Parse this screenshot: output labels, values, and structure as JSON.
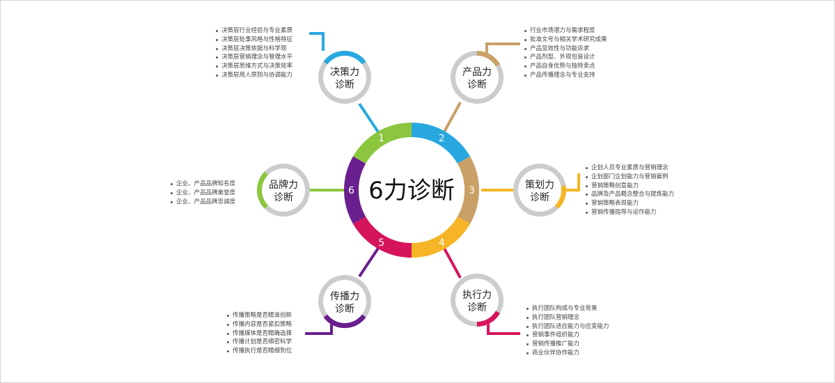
{
  "center_title": "6力诊断",
  "colors": {
    "seg1": "#8cc63f",
    "seg2": "#29a8e0",
    "seg3": "#c9a066",
    "seg4": "#f5b526",
    "seg5": "#d6145c",
    "seg6": "#6a1f8e",
    "ring_grey": "#cccccc"
  },
  "segments": [
    {
      "num": "1",
      "color": "#8cc63f"
    },
    {
      "num": "2",
      "color": "#29a8e0"
    },
    {
      "num": "3",
      "color": "#c9a066"
    },
    {
      "num": "4",
      "color": "#f5b526"
    },
    {
      "num": "5",
      "color": "#d6145c"
    },
    {
      "num": "6",
      "color": "#6a1f8e"
    }
  ],
  "nodes": {
    "decision": {
      "line1": "决策力",
      "line2": "诊断",
      "color": "#29a8e0",
      "items": [
        "决策层行业经验与专业素质",
        "决策层处事风格与性格特征",
        "决策层决策依据与科学观",
        "决策层营销理念与管理水平",
        "决策层思维方式与决策效率",
        "决策层用人原则与协调能力"
      ]
    },
    "product": {
      "line1": "产品力",
      "line2": "诊断",
      "color": "#c9a066",
      "items": [
        "行业市场潜力与需求程度",
        "批准文号与相关学术研究成果",
        "产品显效性与功能诉求",
        "产品剂型、外观包装设计",
        "产品自身优势与独特卖点",
        "产品传播理念与专业支持"
      ]
    },
    "planning": {
      "line1": "策划力",
      "line2": "诊断",
      "color": "#f5b526",
      "items": [
        "企划人员专业素质与营销理念",
        "企划部门企划能力与营销案例",
        "营销策略创意能力",
        "品牌及产品概念整合与提炼能力",
        "营销策略表现能力",
        "营销传播指导与运作能力"
      ]
    },
    "execution": {
      "line1": "执行力",
      "line2": "诊断",
      "color": "#d6145c",
      "items": [
        "执行团队构成与专业背景",
        "执行团队营销理念",
        "执行团队适应能力与应变能力",
        "营销事件组织能力",
        "营销传播推广能力",
        "商业伙伴协作能力"
      ]
    },
    "communication": {
      "line1": "传播力",
      "line2": "诊断",
      "color": "#6a1f8e",
      "items": [
        "传播策略是否精准创新",
        "传播内容是否紧扣策略",
        "传播媒体是否精确选择",
        "传播计划是否缜密科学",
        "传播执行是否精细到位"
      ]
    },
    "brand": {
      "line1": "品牌力",
      "line2": "诊断",
      "color": "#8cc63f",
      "items": [
        "企业、产品品牌知名度",
        "企业、产品品牌美誉度",
        "企业、产品品牌忠诚度"
      ]
    }
  }
}
